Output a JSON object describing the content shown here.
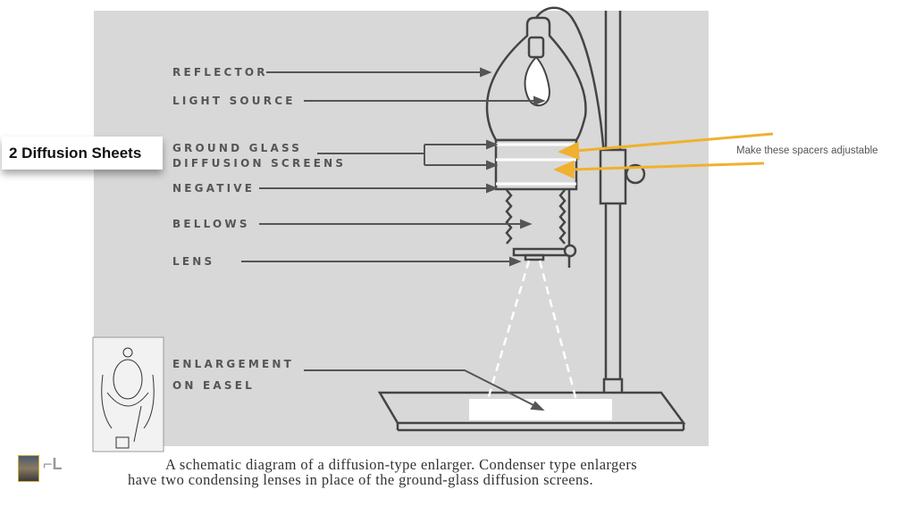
{
  "diagram": {
    "labels": {
      "reflector": "REFLECTOR",
      "light_source": "LIGHT SOURCE",
      "ground_glass": "GROUND GLASS",
      "diffusion_screens": "DIFFUSION SCREENS",
      "negative": "NEGATIVE",
      "bellows": "BELLOWS",
      "lens": "LENS",
      "enlargement": "ENLARGEMENT",
      "on_easel": "ON EASEL"
    },
    "caption_line1": "A schematic diagram of a diffusion-type enlarger. Condenser type enlargers",
    "caption_line2": "have two condensing lenses in place of the ground-glass diffusion screens."
  },
  "annotations": {
    "callout": "2 Diffusion Sheets",
    "note": "Make these spacers adjustable",
    "arrow_color": "#f0b030"
  }
}
